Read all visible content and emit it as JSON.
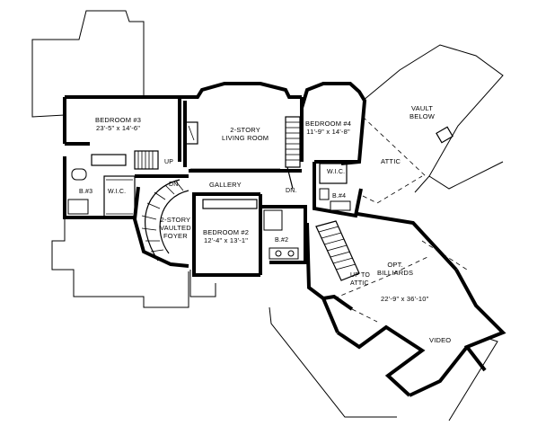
{
  "rooms": {
    "bedroom3": {
      "name": "BEDROOM #3",
      "dims": "23'-5\" x 14'-6\""
    },
    "living": {
      "name1": "2-STORY",
      "name2": "LIVING ROOM"
    },
    "bedroom4": {
      "name": "BEDROOM #4",
      "dims": "11'-9\" x 14'-8\""
    },
    "vault": {
      "line1": "VAULT",
      "line2": "BELOW"
    },
    "attic": "ATTIC",
    "gallery": "GALLERY",
    "foyer": {
      "line1": "2-STORY",
      "line2": "VAULTED",
      "line3": "FOYER"
    },
    "bedroom2": {
      "name": "BEDROOM #2",
      "dims": "12'-4\" x 13'-1\""
    },
    "billiards": {
      "line1": "OPT.",
      "line2": "BILLIARDS",
      "dims": "22'-9\" x 36'-10\""
    },
    "video": "VIDEO"
  },
  "small_labels": {
    "b3": "B.#3",
    "wic_left": "W.I.C.",
    "up": "UP",
    "dn_left": "DN.",
    "dn_center": "DN.",
    "wic_right": "W.I.C.",
    "b4": "B.#4",
    "b2": "B.#2",
    "up_to_attic1": "UP TO",
    "up_to_attic2": "ATTIC"
  }
}
